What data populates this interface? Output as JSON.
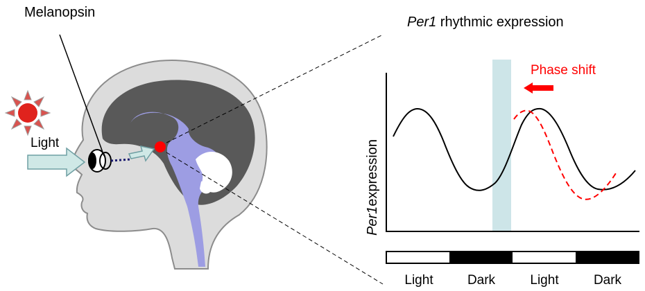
{
  "labels": {
    "melanopsin": "Melanopsin",
    "light": "Light"
  },
  "panel": {
    "title_italic": "Per1",
    "title_rest": " rhythmic expression",
    "phase_shift": "Phase shift",
    "ylabel_italic": "Per1",
    "ylabel_rest": "expression"
  },
  "bar_labels": [
    "Light",
    "Dark",
    "Light",
    "Dark"
  ],
  "colors": {
    "sun": "#e0231d",
    "sun_rays": "#d9534f",
    "arrow_fill": "#cfe8e6",
    "arrow_stroke": "#6f9fa3",
    "head": "#dcdcdc",
    "brain": "#595959",
    "neural": "#9d9de3",
    "scn_dot": "#ff0000",
    "highlight_band": "#cde5e8",
    "shift_red": "#ff0000",
    "curve": "#000000"
  }
}
